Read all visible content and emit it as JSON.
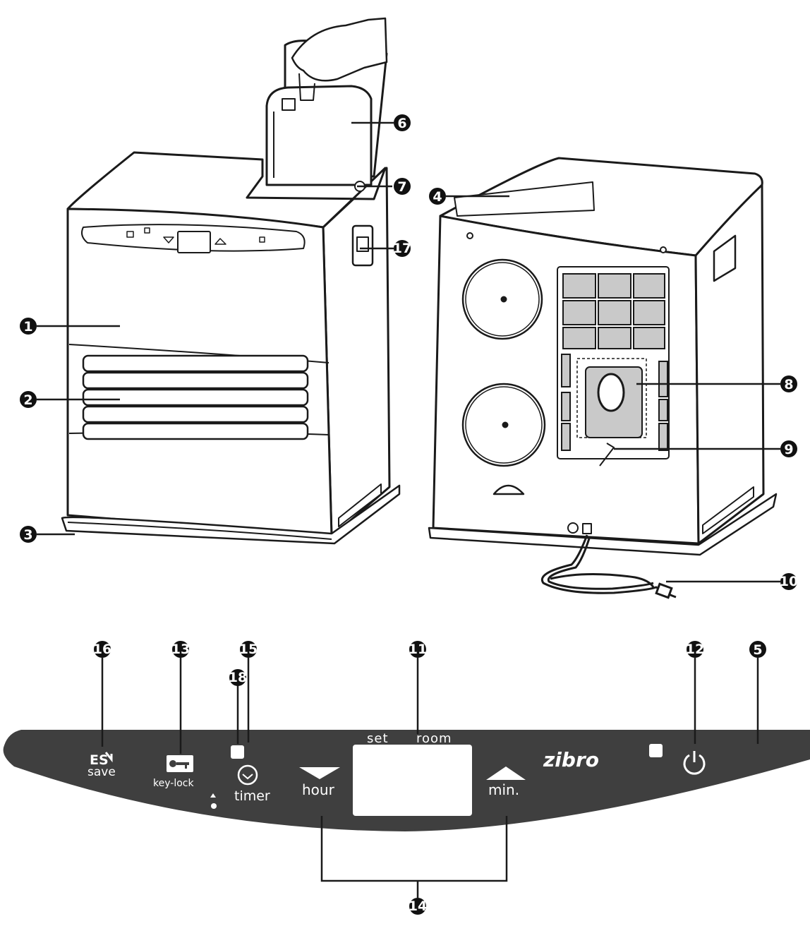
{
  "callouts": {
    "c1": "1",
    "c2": "2",
    "c3": "3",
    "c4": "4",
    "c5": "5",
    "c6": "6",
    "c7": "7",
    "c8": "8",
    "c9": "9",
    "c10": "10",
    "c11": "11",
    "c12": "12",
    "c13": "13",
    "c14": "14",
    "c15": "15",
    "c16": "16",
    "c17": "17",
    "c18": "18"
  },
  "panel": {
    "save_label": "save",
    "save_icon_text": "ES",
    "keylock_label": "key-lock",
    "timer_label": "timer",
    "hour_label": "hour",
    "min_label": "min.",
    "display_set_label": "set",
    "display_room_label": "room",
    "brand_logo_text": "zibro"
  },
  "colors": {
    "panel": "#3f3f3f",
    "callout": "#111111",
    "line": "#1a1a1a",
    "vent_grey": "#c9c9c9"
  }
}
